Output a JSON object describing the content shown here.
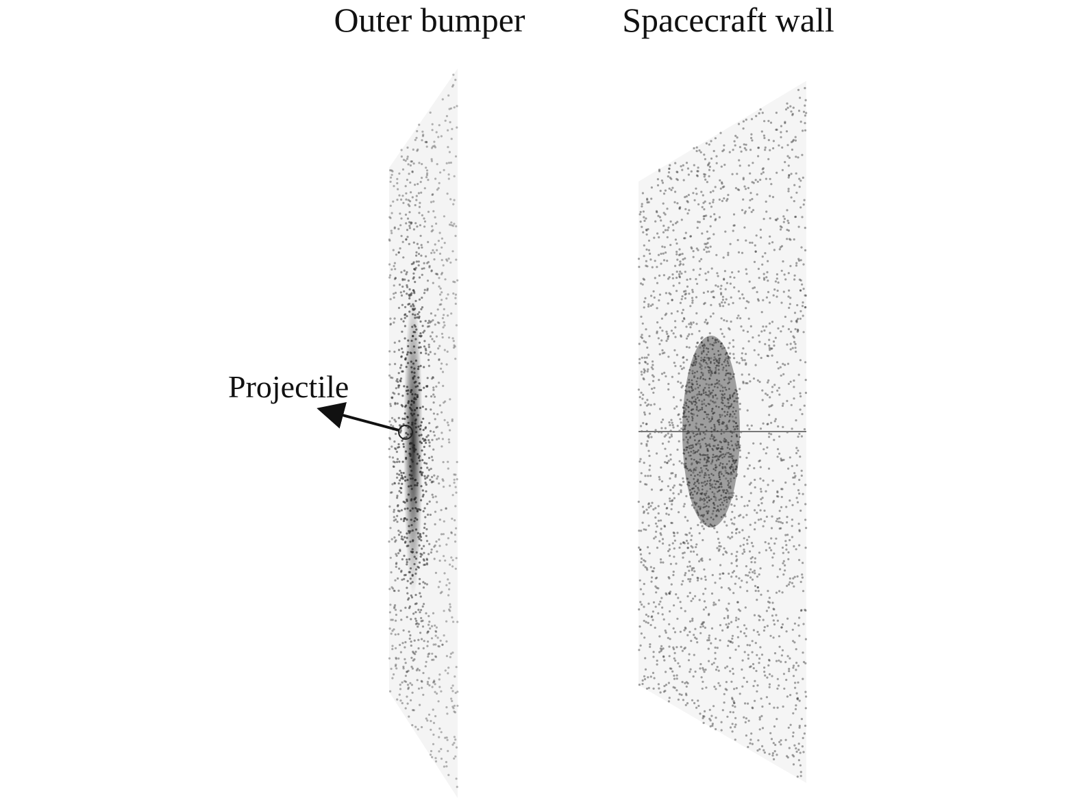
{
  "labels": {
    "outer_bumper": "Outer bumper",
    "spacecraft_wall": "Spacecraft wall",
    "projectile": "Projectile"
  },
  "colors": {
    "particle": "#333333",
    "plate": "#f2f2f2",
    "text": "#111111"
  }
}
